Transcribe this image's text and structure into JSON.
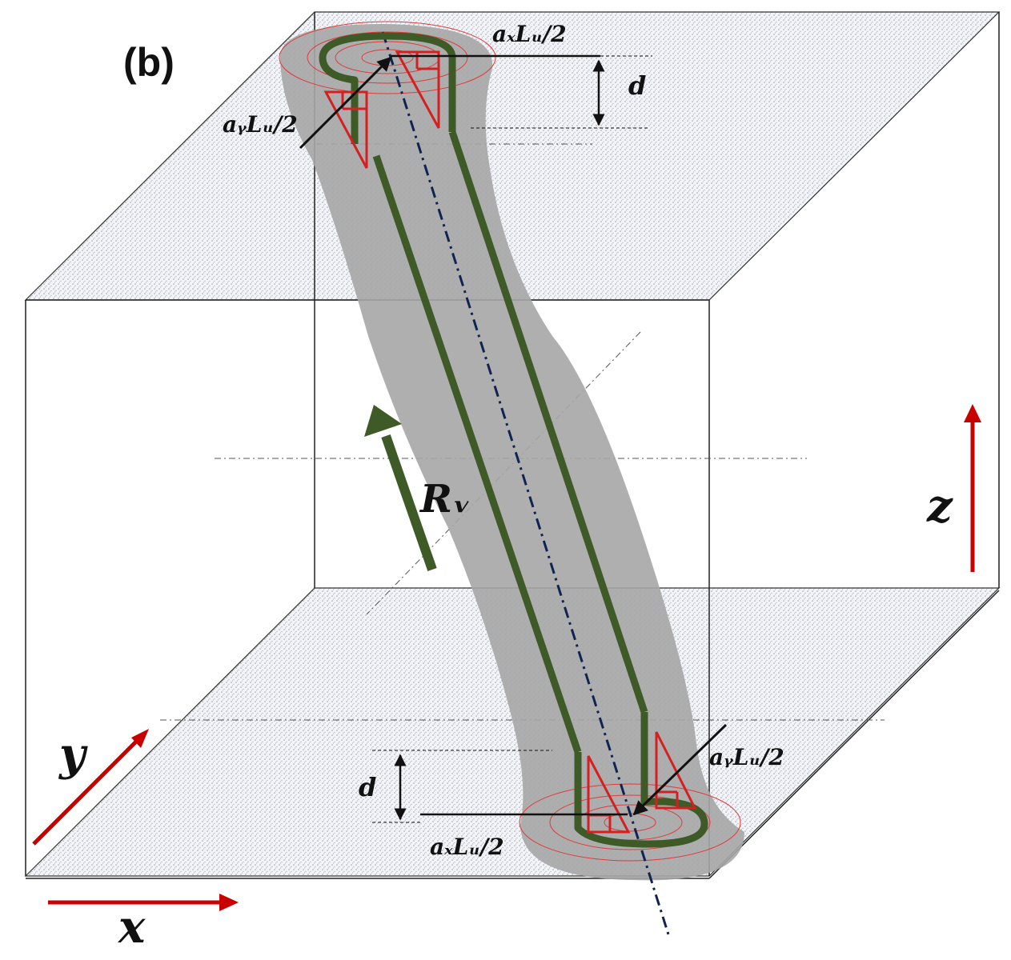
{
  "panel_label": "(b)",
  "axes": {
    "x": "x",
    "y": "y",
    "z": "z"
  },
  "annotations": {
    "top_ax": "aₓLᵤ/2",
    "top_ay": "aᵧLᵤ/2",
    "top_d": "d",
    "bottom_ax": "aₓLᵤ/2",
    "bottom_ay": "aᵧLᵤ/2",
    "bottom_d": "d",
    "rotation": "Rᵥ"
  },
  "colors": {
    "tube": "#3d5a27",
    "triangles": "#d42020",
    "axis_arrows": "#c80000",
    "rings": "#e03a3a",
    "vortex_fill": "#a6a6a6",
    "axis_line": "#0f2451"
  }
}
